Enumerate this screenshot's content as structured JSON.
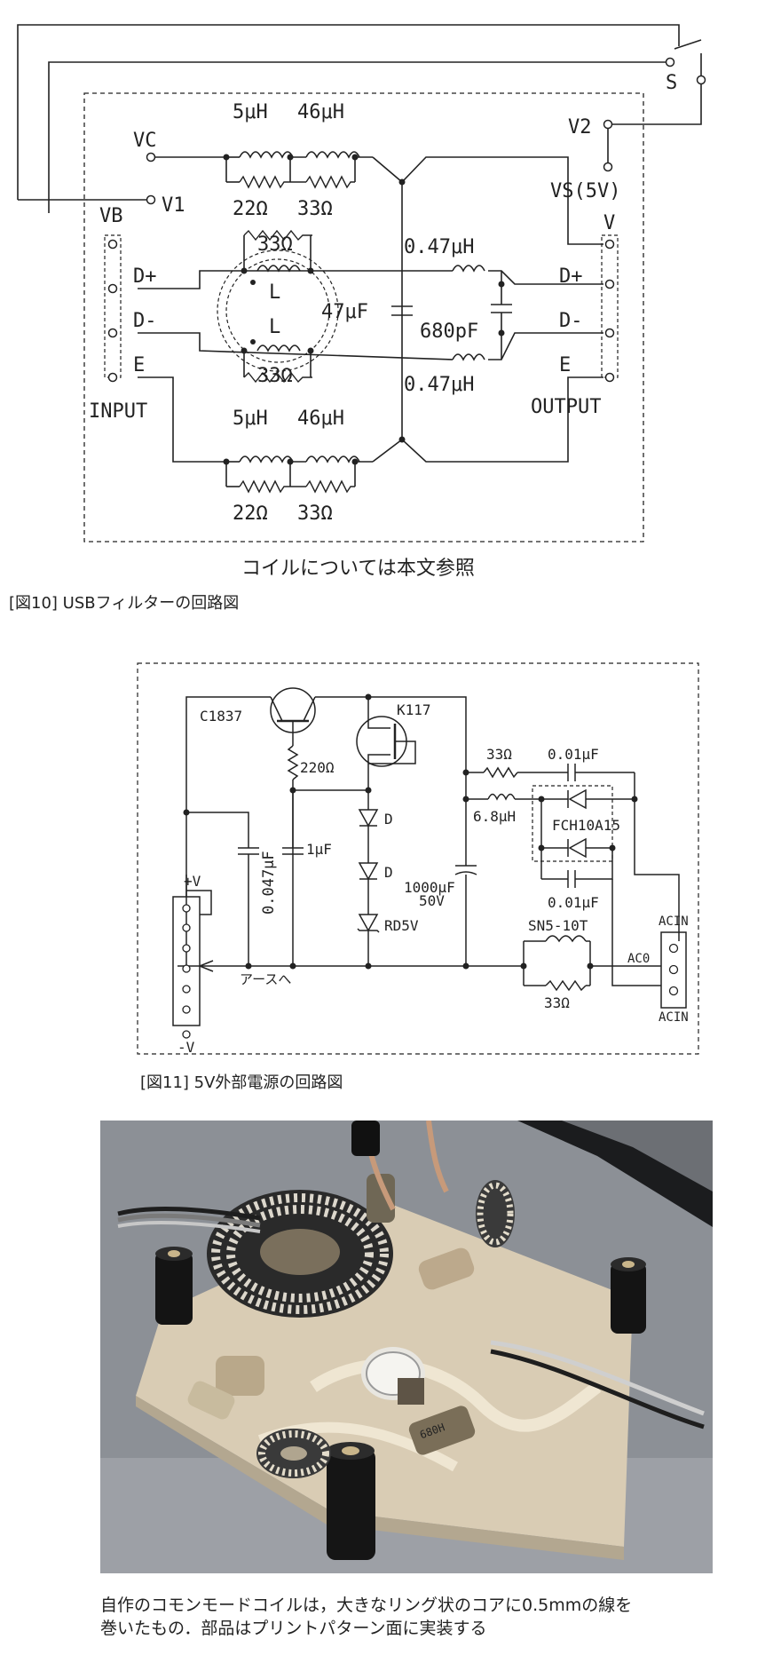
{
  "fig10": {
    "caption": "[図10] USBフィルターの回路図",
    "note": "コイルについては本文参照",
    "labels": {
      "s": "S",
      "vc": "VC",
      "v1": "V1",
      "v2": "V2",
      "vs": "VS(5V)",
      "vb": "VB",
      "v": "V",
      "dplus_in": "D+",
      "dminus_in": "D-",
      "e_in": "E",
      "dplus_out": "D+",
      "dminus_out": "D-",
      "e_out": "E",
      "input": "INPUT",
      "output": "OUTPUT",
      "l5_top": "5μH",
      "l46_top": "46μH",
      "r22_top": "22Ω",
      "r33_top": "33Ω",
      "l5_bot": "5μH",
      "l46_bot": "46μH",
      "r22_bot": "22Ω",
      "r33_bot": "33Ω",
      "r33_cm_top": "33Ω",
      "r33_cm_bot": "33Ω",
      "l_top": "L",
      "l_bot": "L",
      "c47": "47μF",
      "l047_top": "0.47μH",
      "l047_bot": "0.47μH",
      "c680": "680pF"
    }
  },
  "fig11": {
    "caption": "[図11] 5V外部電源の回路図",
    "labels": {
      "c1837": "C1837",
      "k117": "K117",
      "r220": "220Ω",
      "d1": "D",
      "d2": "D",
      "rd5v": "RD5V",
      "c047": "0.047μF",
      "c1u": "1μF",
      "c1000": "1000μF",
      "c1000v": "50V",
      "r33": "33Ω",
      "c001_top": "0.01μF",
      "l68": "6.8μH",
      "fch": "FCH10A15",
      "c001_bot": "0.01μF",
      "sn5": "SN5-10T",
      "r33_bot": "33Ω",
      "acin_top": "ACIN",
      "aco": "AC0",
      "acin_bot": "ACIN",
      "plus_v": "+V",
      "minus_v": "-V",
      "earth": "アースへ"
    }
  },
  "photo": {
    "caption_line1": "自作のコモンモードコイルは，大きなリング状のコアに0.5mmの線を",
    "caption_line2": "巻いたもの．部品はプリントパターン面に実装する",
    "component_mark": "680H"
  }
}
